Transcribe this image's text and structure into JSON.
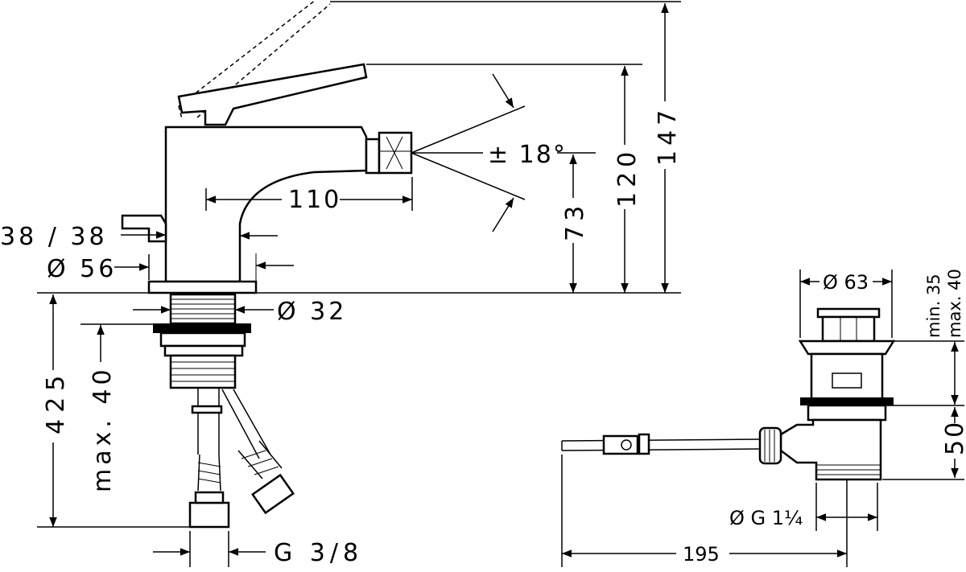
{
  "dimensions": {
    "spout_reach": "110",
    "spray_angle": "± 18°",
    "height_73": "73",
    "height_120": "120",
    "height_147": "147",
    "deck_38_38": "38 / 38",
    "base_diameter": "Ø 56",
    "shank_diameter": "Ø 32",
    "shank_length": "425",
    "deck_thickness": "max. 40",
    "connection": "G 3/8",
    "waste_diameter": "Ø 63",
    "waste_min_max": "min. 35\nmax. 40",
    "waste_min": "min. 35",
    "waste_max": "max. 40",
    "waste_height": "50",
    "waste_thread": "Ø G 1¼",
    "rod_length": "195"
  }
}
